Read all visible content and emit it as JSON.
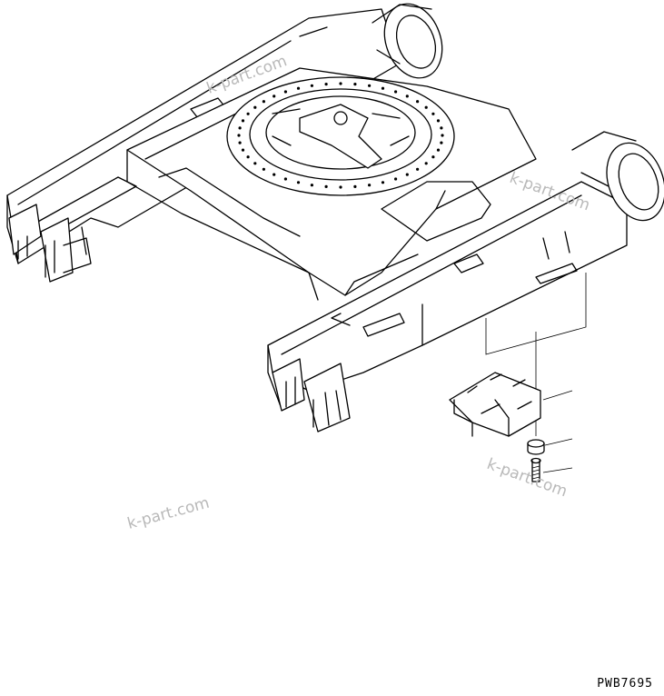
{
  "drawing": {
    "code": "PWB7695",
    "watermarks": [
      "k-part.com",
      "k-part.com",
      "k-part.com",
      "k-part.com"
    ]
  }
}
